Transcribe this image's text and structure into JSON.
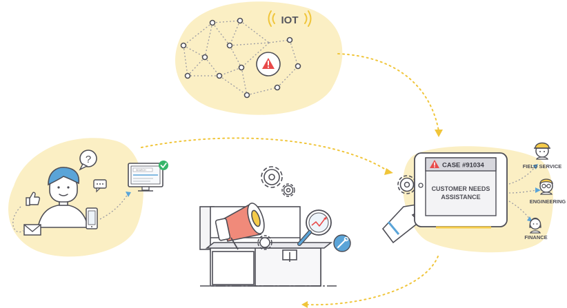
{
  "iot": {
    "label": "IOT"
  },
  "monitor": {
    "search_text": "SEARCH"
  },
  "tablet": {
    "case_id": "CASE #91034",
    "message_line1": "CUSTOMER NEEDS",
    "message_line2": "ASSISTANCE"
  },
  "teams": [
    {
      "label": "FIELD SERVICE"
    },
    {
      "label": "ENGINEERING"
    },
    {
      "label": "FINANCE"
    }
  ],
  "colors": {
    "blob": "#fbefc4",
    "accent_yellow": "#f5cb4a",
    "stroke": "#4d4d55",
    "alert_red": "#e84a4a",
    "check_green": "#36b56a",
    "blue": "#5aa4d8",
    "coral": "#ef8a7a"
  },
  "icons": [
    "warning-icon",
    "question-icon",
    "chat-icon",
    "thumbs-up-icon",
    "envelope-icon",
    "smartphone-icon",
    "checkmark-icon",
    "gear-icon",
    "megaphone-icon",
    "magnifier-icon",
    "wrench-icon",
    "tablet-icon",
    "hand-icon",
    "hardhat-icon",
    "glasses-icon"
  ]
}
